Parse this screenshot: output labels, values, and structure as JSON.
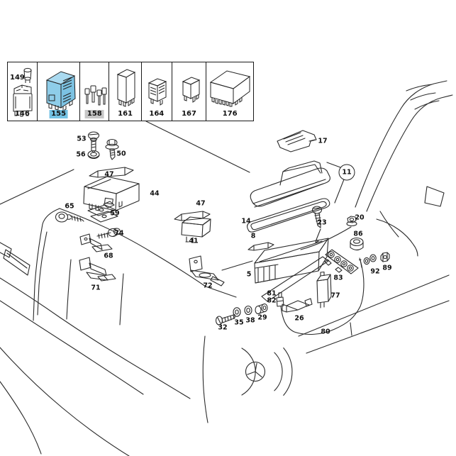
{
  "legend": {
    "cells": [
      {
        "top_label": "149",
        "label": "146",
        "highlight": "none"
      },
      {
        "label": "155",
        "highlight": "blue"
      },
      {
        "label": "158",
        "highlight": "gray"
      },
      {
        "label": "161",
        "highlight": "none"
      },
      {
        "label": "164",
        "highlight": "none"
      },
      {
        "label": "167",
        "highlight": "none"
      },
      {
        "label": "176",
        "highlight": "none"
      }
    ]
  },
  "colors": {
    "line": "#222222",
    "selected_blue": "#74c3e4",
    "relay_blue_front": "#8ecde9",
    "relay_blue_top": "#aadaf0",
    "relay_blue_side": "#7cc2e2",
    "muted_gray": "#c6c6c6"
  },
  "diagram": {
    "callouts": [
      {
        "label": "53"
      },
      {
        "label": "56"
      },
      {
        "label": "50"
      },
      {
        "label": "47"
      },
      {
        "label": "44"
      },
      {
        "label": "65"
      },
      {
        "label": "59"
      },
      {
        "label": "74"
      },
      {
        "label": "68"
      },
      {
        "label": "71"
      },
      {
        "label": "47"
      },
      {
        "label": "41"
      },
      {
        "label": "72"
      },
      {
        "label": "17"
      },
      {
        "label": "11"
      },
      {
        "label": "14"
      },
      {
        "label": "8"
      },
      {
        "label": "23"
      },
      {
        "label": "20"
      },
      {
        "label": "86"
      },
      {
        "label": "5"
      },
      {
        "label": "83"
      },
      {
        "label": "92"
      },
      {
        "label": "89"
      },
      {
        "label": "77"
      },
      {
        "label": "81"
      },
      {
        "label": "82"
      },
      {
        "label": "32"
      },
      {
        "label": "35"
      },
      {
        "label": "38"
      },
      {
        "label": "29"
      },
      {
        "label": "26"
      },
      {
        "label": "80"
      }
    ]
  }
}
